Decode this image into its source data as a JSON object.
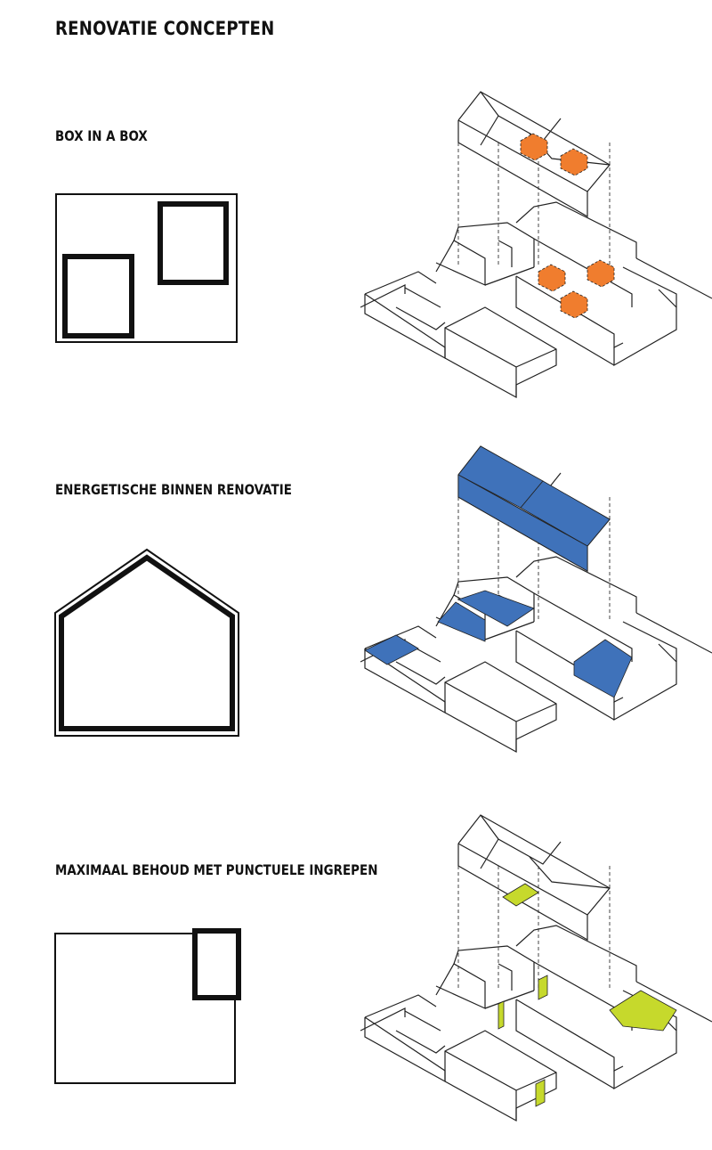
{
  "title": "RENOVATIE CONCEPTEN",
  "concepts": [
    {
      "label": "BOX IN A BOX",
      "icon": "box-in-box-icon",
      "highlight_color": "#f07d2e"
    },
    {
      "label": "ENERGETISCHE BINNEN RENOVATIE",
      "icon": "house-outline-icon",
      "highlight_color": "#3f72ba"
    },
    {
      "label": "MAXIMAAL BEHOUD MET PUNCTUELE INGREPEN",
      "icon": "corner-box-icon",
      "highlight_color": "#c6d92c"
    }
  ]
}
